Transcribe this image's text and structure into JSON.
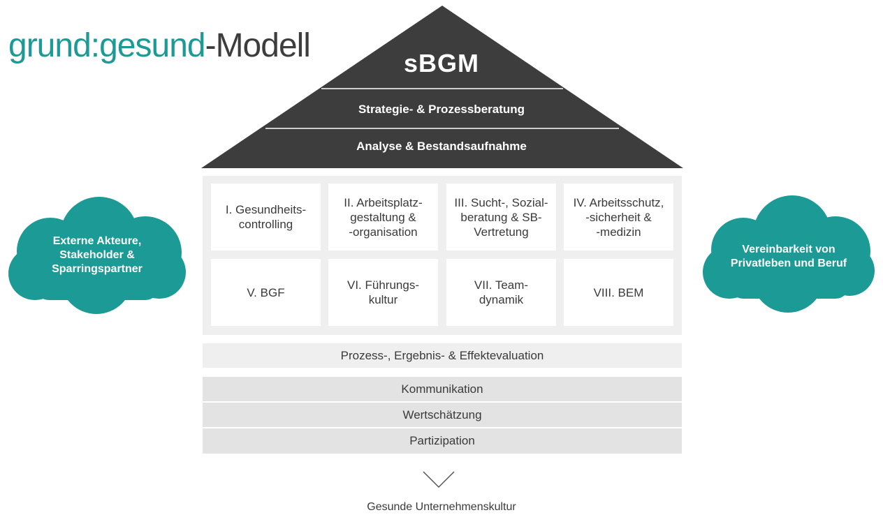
{
  "logo": {
    "part1": "grund:gesund",
    "part2": "-Modell"
  },
  "colors": {
    "teal": "#1b9a96",
    "roof_dark": "#3d3d3d",
    "grid_bg": "#efefef",
    "bar_mid": "#e3e3e3"
  },
  "roof": {
    "title": "sBGM",
    "line1": "Strategie- & Prozessberatung",
    "line2": "Analyse & Bestandsaufnahme"
  },
  "pillars": [
    "I. Gesundheits-\ncontrolling",
    "II. Arbeitsplatz-\ngestaltung &\n-organisation",
    "III. Sucht-, Sozial-\nberatung & SB-\nVertretung",
    "IV. Arbeitsschutz,\n-sicherheit &\n-medizin",
    "V. BGF",
    "VI. Führungs-\nkultur",
    "VII. Team-\ndynamik",
    "VIII. BEM"
  ],
  "evaluation": "Prozess-, Ergebnis- & Effektevaluation",
  "foundation": [
    "Kommunikation",
    "Wertschätzung",
    "Partizipation"
  ],
  "cloud_left": "Externe Akteure,\nStakeholder &\nSparringspartner",
  "cloud_right": "Vereinbarkeit von\nPrivatleben und Beruf",
  "footer": "Gesunde Unternehmenskultur",
  "icons": {
    "arrow": "chevron-down-icon",
    "cloud": "cloud-shape"
  }
}
